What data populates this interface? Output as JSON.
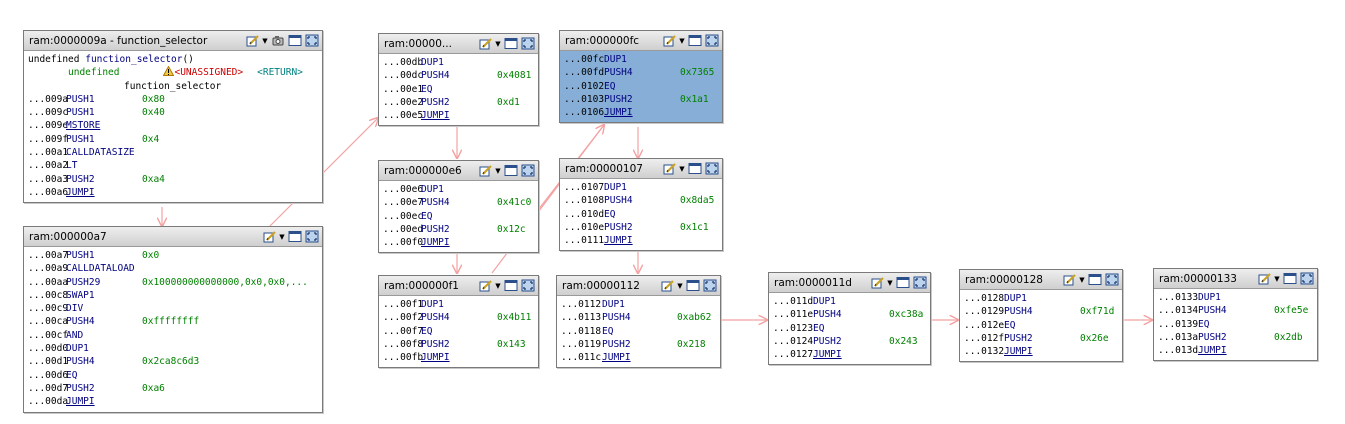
{
  "colors": {
    "edge": "#f4a2a2",
    "selected_bg": "#87aed6",
    "mnemonic": "#000080",
    "operand": "#008000",
    "warning": "#cc0000"
  },
  "icons": [
    "edit-icon",
    "dropdown-arrow-icon",
    "snapshot-icon",
    "window-icon",
    "maximize-icon",
    "warning-icon"
  ],
  "blocks": [
    {
      "title": "ram:0000009a - function_selector",
      "header": {
        "undefined_kw": "undefined",
        "fn_name": "function_selector",
        "parens": "()",
        "ret_type": "undefined",
        "unassigned": "<UNASSIGNED>",
        "ret": "<RETURN>",
        "label": "function_selector"
      },
      "lines": [
        {
          "addr": "...009a",
          "mn": "PUSH1",
          "op": "0x80"
        },
        {
          "addr": "...009c",
          "mn": "PUSH1",
          "op": "0x40"
        },
        {
          "addr": "...009e",
          "mn": "MSTORE",
          "op": ""
        },
        {
          "addr": "...009f",
          "mn": "PUSH1",
          "op": "0x4"
        },
        {
          "addr": "...00a1",
          "mn": "CALLDATASIZE",
          "op": ""
        },
        {
          "addr": "...00a2",
          "mn": "LT",
          "op": ""
        },
        {
          "addr": "...00a3",
          "mn": "PUSH2",
          "op": "0xa4"
        },
        {
          "addr": "...00a6",
          "mn": "JUMPI",
          "op": ""
        }
      ]
    },
    {
      "title": "ram:000000a7",
      "lines": [
        {
          "addr": "...00a7",
          "mn": "PUSH1",
          "op": "0x0"
        },
        {
          "addr": "...00a9",
          "mn": "CALLDATALOAD",
          "op": ""
        },
        {
          "addr": "...00aa",
          "mn": "PUSH29",
          "op": "0x100000000000000,0x0,0x0,..."
        },
        {
          "addr": "...00c8",
          "mn": "SWAP1",
          "op": ""
        },
        {
          "addr": "...00c9",
          "mn": "DIV",
          "op": ""
        },
        {
          "addr": "...00ca",
          "mn": "PUSH4",
          "op": "0xffffffff"
        },
        {
          "addr": "...00cf",
          "mn": "AND",
          "op": ""
        },
        {
          "addr": "...00d0",
          "mn": "DUP1",
          "op": ""
        },
        {
          "addr": "...00d1",
          "mn": "PUSH4",
          "op": "0x2ca8c6d3"
        },
        {
          "addr": "...00d6",
          "mn": "EQ",
          "op": ""
        },
        {
          "addr": "...00d7",
          "mn": "PUSH2",
          "op": "0xa6"
        },
        {
          "addr": "...00da",
          "mn": "JUMPI",
          "op": ""
        }
      ]
    },
    {
      "title": "ram:00000...",
      "lines": [
        {
          "addr": "...00db",
          "mn": "DUP1",
          "op": ""
        },
        {
          "addr": "...00dc",
          "mn": "PUSH4",
          "op": "0x4081"
        },
        {
          "addr": "...00e1",
          "mn": "EQ",
          "op": ""
        },
        {
          "addr": "...00e2",
          "mn": "PUSH2",
          "op": "0xd1"
        },
        {
          "addr": "...00e5",
          "mn": "JUMPI",
          "op": ""
        }
      ]
    },
    {
      "title": "ram:000000e6",
      "lines": [
        {
          "addr": "...00e6",
          "mn": "DUP1",
          "op": ""
        },
        {
          "addr": "...00e7",
          "mn": "PUSH4",
          "op": "0x41c0"
        },
        {
          "addr": "...00ec",
          "mn": "EQ",
          "op": ""
        },
        {
          "addr": "...00ed",
          "mn": "PUSH2",
          "op": "0x12c"
        },
        {
          "addr": "...00f0",
          "mn": "JUMPI",
          "op": ""
        }
      ]
    },
    {
      "title": "ram:000000f1",
      "lines": [
        {
          "addr": "...00f1",
          "mn": "DUP1",
          "op": ""
        },
        {
          "addr": "...00f2",
          "mn": "PUSH4",
          "op": "0x4b11"
        },
        {
          "addr": "...00f7",
          "mn": "EQ",
          "op": ""
        },
        {
          "addr": "...00f8",
          "mn": "PUSH2",
          "op": "0x143"
        },
        {
          "addr": "...00fb",
          "mn": "JUMPI",
          "op": ""
        }
      ]
    },
    {
      "title": "ram:000000fc",
      "lines": [
        {
          "addr": "...00fc",
          "mn": "DUP1",
          "op": ""
        },
        {
          "addr": "...00fd",
          "mn": "PUSH4",
          "op": "0x7365"
        },
        {
          "addr": "...0102",
          "mn": "EQ",
          "op": ""
        },
        {
          "addr": "...0103",
          "mn": "PUSH2",
          "op": "0x1a1"
        },
        {
          "addr": "...0106",
          "mn": "JUMPI",
          "op": ""
        }
      ]
    },
    {
      "title": "ram:00000107",
      "lines": [
        {
          "addr": "...0107",
          "mn": "DUP1",
          "op": ""
        },
        {
          "addr": "...0108",
          "mn": "PUSH4",
          "op": "0x8da5"
        },
        {
          "addr": "...010d",
          "mn": "EQ",
          "op": ""
        },
        {
          "addr": "...010e",
          "mn": "PUSH2",
          "op": "0x1c1"
        },
        {
          "addr": "...0111",
          "mn": "JUMPI",
          "op": ""
        }
      ]
    },
    {
      "title": "ram:00000112",
      "lines": [
        {
          "addr": "...0112",
          "mn": "DUP1",
          "op": ""
        },
        {
          "addr": "...0113",
          "mn": "PUSH4",
          "op": "0xab62"
        },
        {
          "addr": "...0118",
          "mn": "EQ",
          "op": ""
        },
        {
          "addr": "...0119",
          "mn": "PUSH2",
          "op": "0x218"
        },
        {
          "addr": "...011c",
          "mn": "JUMPI",
          "op": ""
        }
      ]
    },
    {
      "title": "ram:0000011d",
      "lines": [
        {
          "addr": "...011d",
          "mn": "DUP1",
          "op": ""
        },
        {
          "addr": "...011e",
          "mn": "PUSH4",
          "op": "0xc38a"
        },
        {
          "addr": "...0123",
          "mn": "EQ",
          "op": ""
        },
        {
          "addr": "...0124",
          "mn": "PUSH2",
          "op": "0x243"
        },
        {
          "addr": "...0127",
          "mn": "JUMPI",
          "op": ""
        }
      ]
    },
    {
      "title": "ram:00000128",
      "lines": [
        {
          "addr": "...0128",
          "mn": "DUP1",
          "op": ""
        },
        {
          "addr": "...0129",
          "mn": "PUSH4",
          "op": "0xf71d"
        },
        {
          "addr": "...012e",
          "mn": "EQ",
          "op": ""
        },
        {
          "addr": "...012f",
          "mn": "PUSH2",
          "op": "0x26e"
        },
        {
          "addr": "...0132",
          "mn": "JUMPI",
          "op": ""
        }
      ]
    },
    {
      "title": "ram:00000133",
      "lines": [
        {
          "addr": "...0133",
          "mn": "DUP1",
          "op": ""
        },
        {
          "addr": "...0134",
          "mn": "PUSH4",
          "op": "0xfe5e"
        },
        {
          "addr": "...0139",
          "mn": "EQ",
          "op": ""
        },
        {
          "addr": "...013a",
          "mn": "PUSH2",
          "op": "0x2db"
        },
        {
          "addr": "...013d",
          "mn": "JUMPI",
          "op": ""
        }
      ]
    }
  ]
}
